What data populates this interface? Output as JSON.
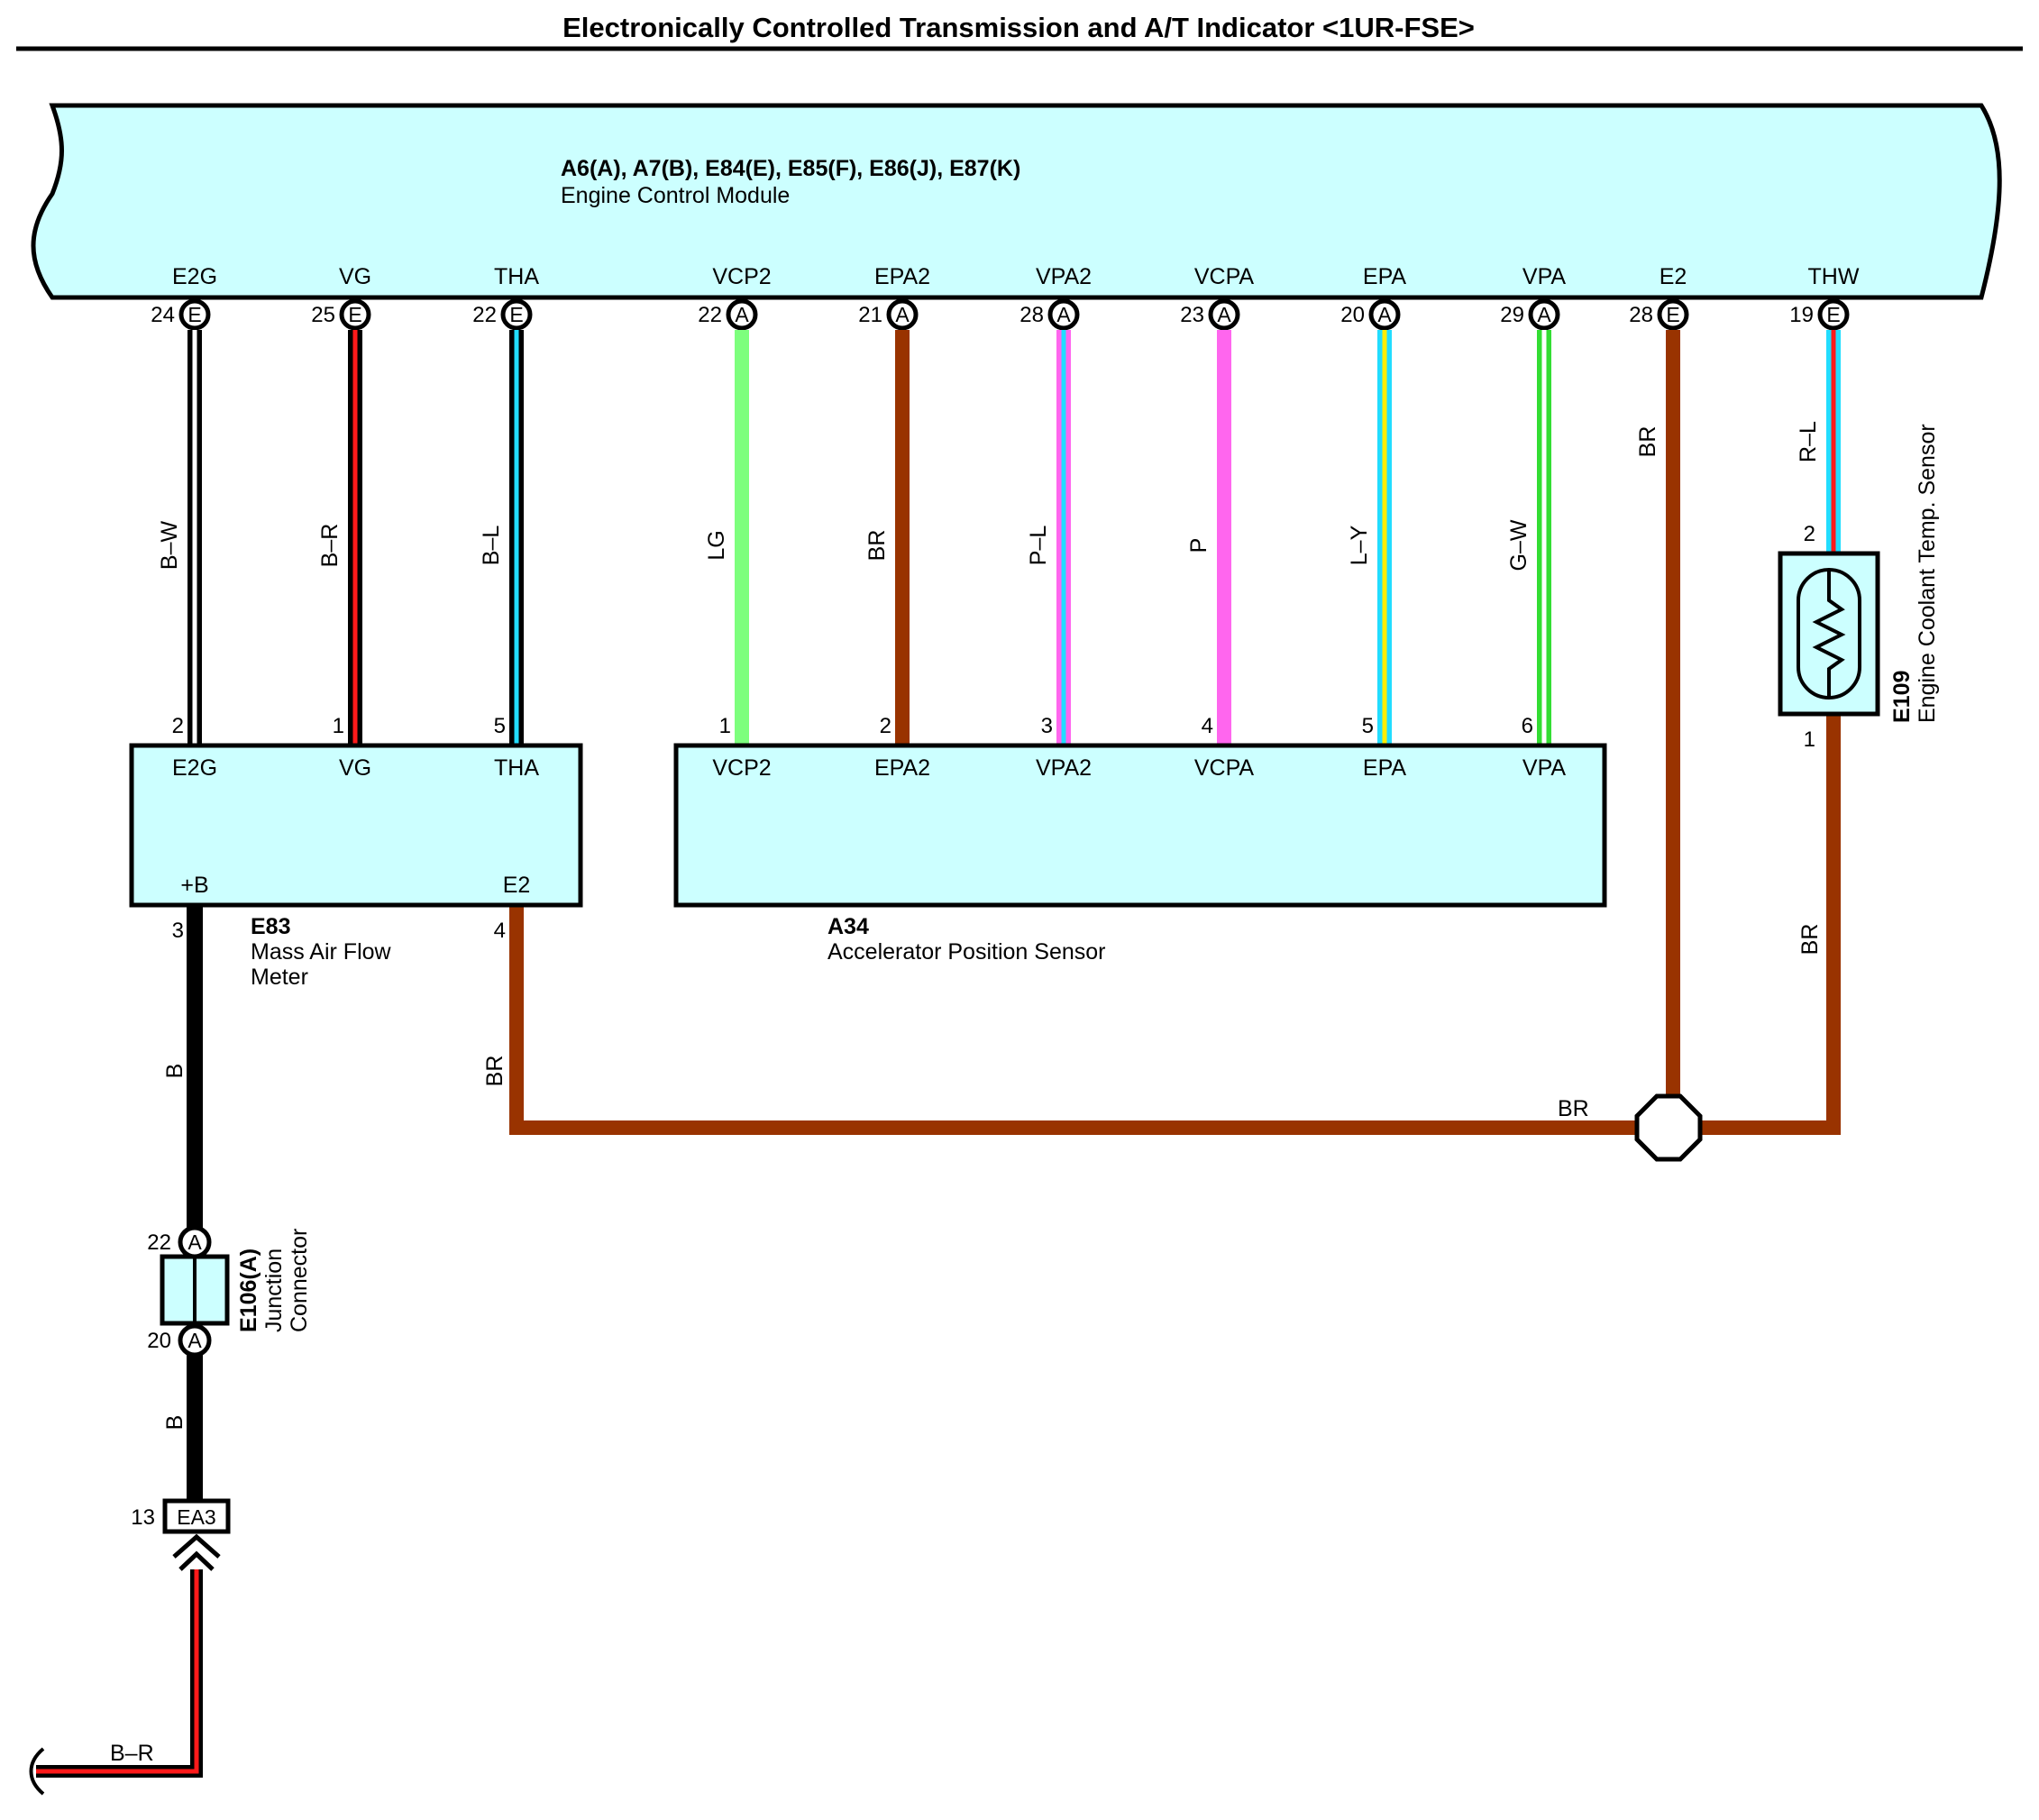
{
  "title": "Electronically Controlled Transmission and A/T Indicator <1UR-FSE>",
  "ecm": {
    "connectors": "A6(A), A7(B), E84(E), E85(F), E86(J), E87(K)",
    "name": "Engine Control Module",
    "pins": [
      {
        "label": "E2G",
        "num": "24",
        "conn": "E"
      },
      {
        "label": "VG",
        "num": "25",
        "conn": "E"
      },
      {
        "label": "THA",
        "num": "22",
        "conn": "E"
      },
      {
        "label": "VCP2",
        "num": "22",
        "conn": "A"
      },
      {
        "label": "EPA2",
        "num": "21",
        "conn": "A"
      },
      {
        "label": "VPA2",
        "num": "28",
        "conn": "A"
      },
      {
        "label": "VCPA",
        "num": "23",
        "conn": "A"
      },
      {
        "label": "EPA",
        "num": "20",
        "conn": "A"
      },
      {
        "label": "VPA",
        "num": "29",
        "conn": "A"
      },
      {
        "label": "E2",
        "num": "28",
        "conn": "E"
      },
      {
        "label": "THW",
        "num": "19",
        "conn": "E"
      }
    ]
  },
  "wires": {
    "e2g": "B–W",
    "vg": "B–R",
    "tha": "B–L",
    "vcp2": "LG",
    "epa2": "BR",
    "vpa2": "P–L",
    "vcpa": "P",
    "epa": "L–Y",
    "vpa": "G–W",
    "e2": "BR",
    "thw": "R–L",
    "maf_b_upper": "B",
    "maf_b_lower": "B",
    "maf_e2": "BR",
    "ground_bus": "BR",
    "sensor_return": "BR",
    "bottom": "B–R"
  },
  "maf": {
    "code": "E83",
    "name_line1": "Mass Air Flow",
    "name_line2": "Meter",
    "pins_top": [
      {
        "label": "E2G",
        "num": "2"
      },
      {
        "label": "VG",
        "num": "1"
      },
      {
        "label": "THA",
        "num": "5"
      }
    ],
    "pins_bottom": [
      {
        "label": "+B",
        "num": "3"
      },
      {
        "label": "E2",
        "num": "4"
      }
    ]
  },
  "aps": {
    "code": "A34",
    "name": "Accelerator Position Sensor",
    "pins": [
      {
        "label": "VCP2",
        "num": "1"
      },
      {
        "label": "EPA2",
        "num": "2"
      },
      {
        "label": "VPA2",
        "num": "3"
      },
      {
        "label": "VCPA",
        "num": "4"
      },
      {
        "label": "EPA",
        "num": "5"
      },
      {
        "label": "VPA",
        "num": "6"
      }
    ]
  },
  "ect": {
    "code": "E109",
    "name": "Engine Coolant Temp.  Sensor",
    "pin_top": "2",
    "pin_bottom": "1"
  },
  "junction": {
    "code": "E106(A)",
    "name_line1": "Junction",
    "name_line2": "Connector",
    "pin_top_num": "22",
    "pin_top_conn": "A",
    "pin_bottom_num": "20",
    "pin_bottom_conn": "A"
  },
  "ea3": {
    "label": "EA3",
    "num": "13"
  },
  "colors": {
    "box_fill": "#ccffff",
    "black": "#000000",
    "red": "#ff1a1a",
    "blue": "#22ddff",
    "light_green": "#7dff7d",
    "brown": "#993300",
    "pink": "#ff66ee",
    "yellow": "#ffee00",
    "green": "#33dd33"
  }
}
